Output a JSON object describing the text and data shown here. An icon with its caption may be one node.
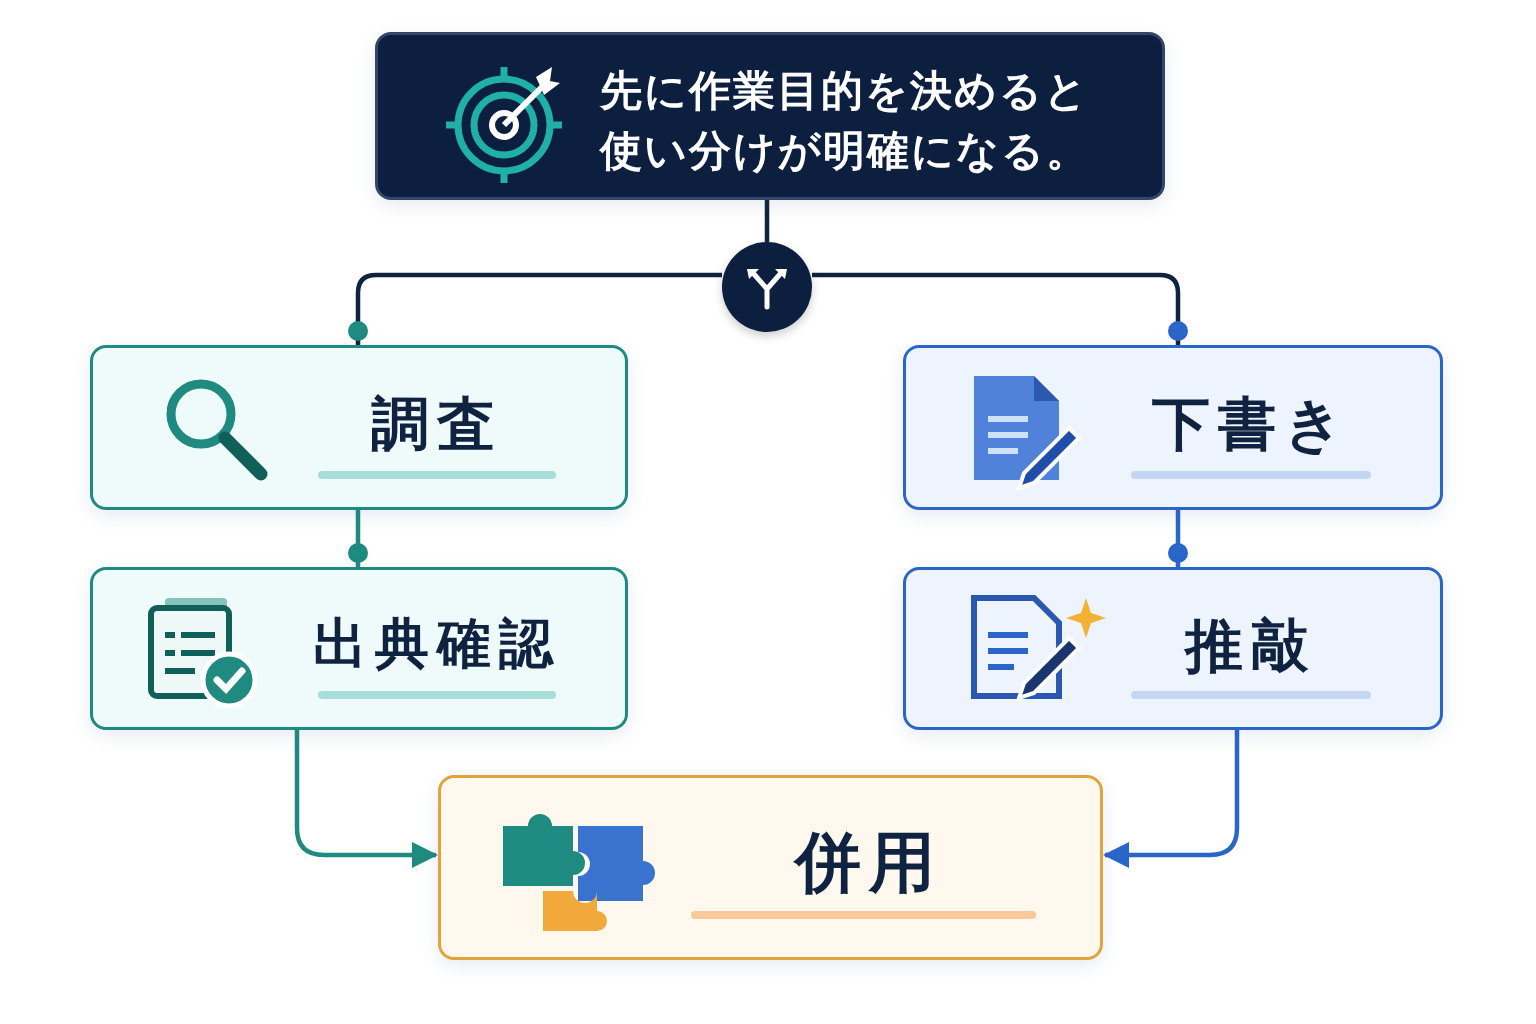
{
  "diagram": {
    "nodes": [
      {
        "text": [
          "先に作業目的を決めると使い分けが明確になる。"
        ]
      },
      {
        "text": [],
        "shape": "circle"
      },
      {
        "text": [
          "調査"
        ]
      },
      {
        "text": [
          "下書き"
        ]
      },
      {
        "text": [
          "出典確認"
        ]
      },
      {
        "text": [
          "推敲"
        ]
      },
      {
        "text": [
          "併用"
        ]
      }
    ],
    "edges": [
      {
        "from": 0,
        "to": 1,
        "arrow": "none",
        "color": "#0f2340"
      },
      {
        "from": 1,
        "to": 2,
        "arrow": "other",
        "color": "#0f2340"
      },
      {
        "from": 1,
        "to": 3,
        "arrow": "other",
        "color": "#0f2340"
      },
      {
        "from": 2,
        "to": 4,
        "arrow": "other",
        "color": "#1f8a80"
      },
      {
        "from": 3,
        "to": 5,
        "arrow": "other",
        "color": "#2a66c8"
      },
      {
        "from": 4,
        "to": 6,
        "arrow": "to",
        "color": "#1f8a80"
      },
      {
        "from": 5,
        "to": 6,
        "arrow": "to",
        "color": "#2a66c8"
      }
    ]
  }
}
